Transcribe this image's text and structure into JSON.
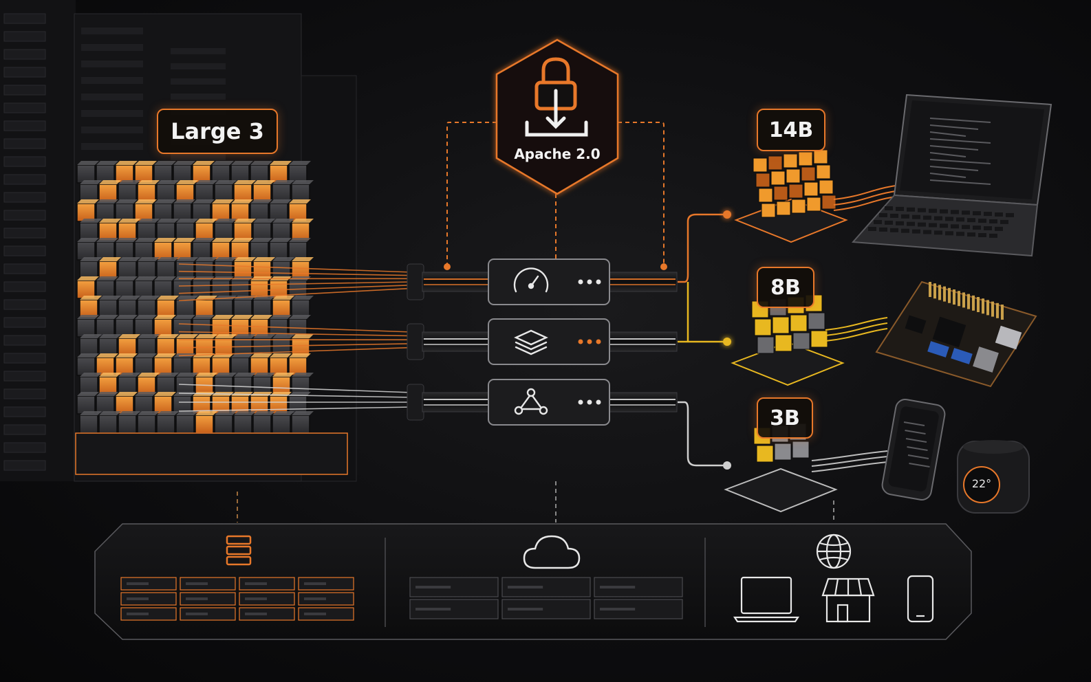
{
  "labels": {
    "large_model": "Large 3",
    "model_14b": "14B",
    "model_8b": "8B",
    "model_3b": "3B",
    "license": "Apache 2.0",
    "thermostat_reading": "22°"
  },
  "colors": {
    "accent_orange": "#e8782a",
    "accent_yellow": "#e8b820",
    "neutral_gray": "#9a9a9a",
    "background": "#0b0b0c"
  },
  "icons": {
    "license": "lock-download-icon",
    "pipe_1": "speedometer-icon",
    "pipe_2": "layers-icon",
    "pipe_3": "network-nodes-icon",
    "panel_1": "server-stack-icon",
    "panel_2": "cloud-icon",
    "panel_3": "globe-icon",
    "panel_3_devices": [
      "laptop-icon",
      "storefront-icon",
      "smartphone-icon"
    ]
  }
}
